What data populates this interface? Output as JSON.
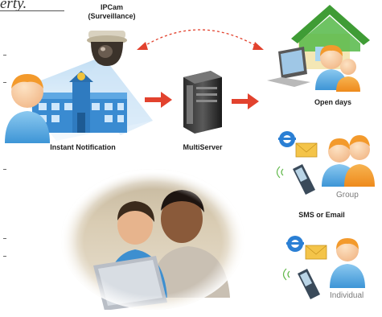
{
  "header": {
    "script_fragment": "erty."
  },
  "camera": {
    "title_line1": "IPCam",
    "title_line2": "(Surveillance)"
  },
  "labels": {
    "instant_notification": "Instant Notification",
    "multiserver": "MultiServer",
    "open_days": "Open days",
    "sms_or_email": "SMS or Email",
    "group": "Group",
    "individual": "Individual"
  },
  "colors": {
    "arrow_red": "#e2422e",
    "person_orange": "#f39a2c",
    "person_blue": "#4aa3dd",
    "house_green": "#3f9c35",
    "panel_fill": "#fcf3d2",
    "email_envelope": "#f4c449",
    "ie_blue": "#2a7fd4"
  }
}
